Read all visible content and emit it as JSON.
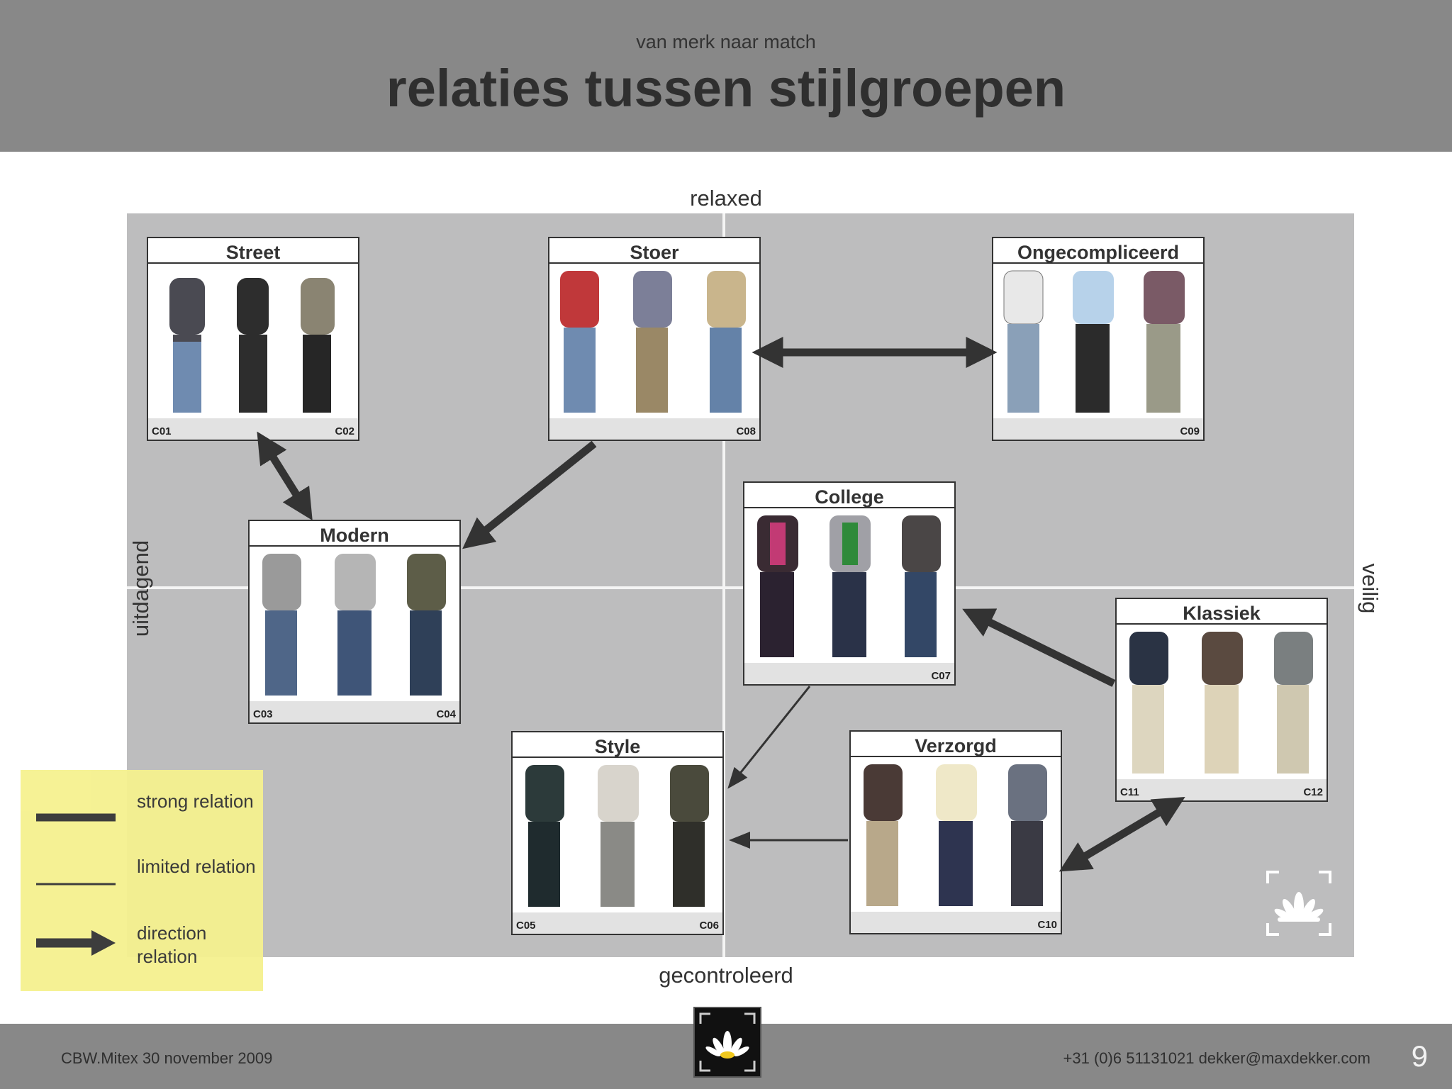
{
  "header": {
    "subtitle": "van merk naar match",
    "title": "relaties tussen stijlgroepen"
  },
  "axes": {
    "top": "relaxed",
    "bottom": "gecontroleerd",
    "left": "uitdagend",
    "right": "veilig"
  },
  "groups": [
    {
      "id": "street",
      "title": "Street",
      "codes": [
        "C01",
        "C02"
      ]
    },
    {
      "id": "stoer",
      "title": "Stoer",
      "codes": [
        "",
        "C08"
      ]
    },
    {
      "id": "ongecompliceerd",
      "title": "Ongecompliceerd",
      "codes": [
        "",
        "C09"
      ]
    },
    {
      "id": "modern",
      "title": "Modern",
      "codes": [
        "C03",
        "C04"
      ]
    },
    {
      "id": "college",
      "title": "College",
      "codes": [
        "",
        "C07"
      ]
    },
    {
      "id": "klassiek",
      "title": "Klassiek",
      "codes": [
        "C11",
        "C12"
      ]
    },
    {
      "id": "style",
      "title": "Style",
      "codes": [
        "C05",
        "C06"
      ]
    },
    {
      "id": "verzorgd",
      "title": "Verzorgd",
      "codes": [
        "",
        "C10"
      ]
    }
  ],
  "relations": [
    {
      "from": "stoer",
      "to": "ongecompliceerd",
      "type": "strong-bidirectional"
    },
    {
      "from": "street",
      "to": "modern",
      "type": "strong-bidirectional"
    },
    {
      "from": "stoer",
      "to": "modern",
      "type": "strong-direction"
    },
    {
      "from": "klassiek",
      "to": "college",
      "type": "strong-direction"
    },
    {
      "from": "college",
      "to": "style",
      "type": "limited-direction"
    },
    {
      "from": "verzorgd",
      "to": "style",
      "type": "limited-direction"
    },
    {
      "from": "klassiek",
      "to": "verzorgd",
      "type": "strong-bidirectional"
    }
  ],
  "legend": {
    "strong": "strong relation",
    "limited": "limited relation",
    "direction": "direction relation"
  },
  "footer": {
    "left": "CBW.Mitex 30 november 2009",
    "contact": "+31 (0)6 51131021   dekker@maxdekker.com",
    "page": "9"
  },
  "colors": {
    "header": "#888888",
    "plot": "#bdbdbe",
    "legend": "#f5f18f",
    "arrow": "#333333"
  }
}
